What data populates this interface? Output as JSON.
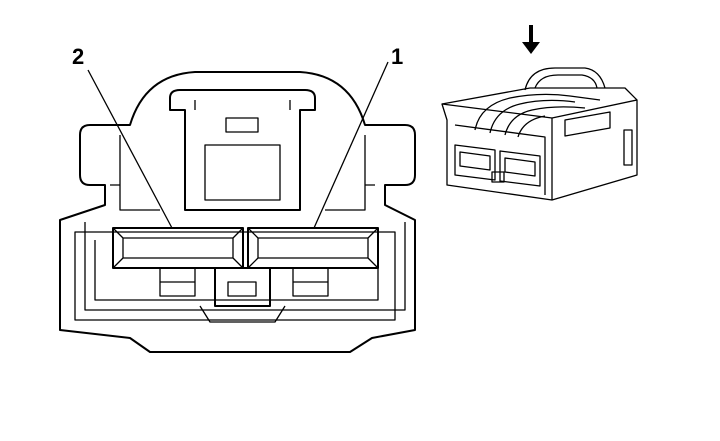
{
  "connector_front": {
    "pin_labels": [
      {
        "id": "pin-2",
        "text": "2"
      },
      {
        "id": "pin-1",
        "text": "1"
      }
    ]
  },
  "connector_iso": {
    "view_arrow_icon": "down-arrow-icon"
  }
}
